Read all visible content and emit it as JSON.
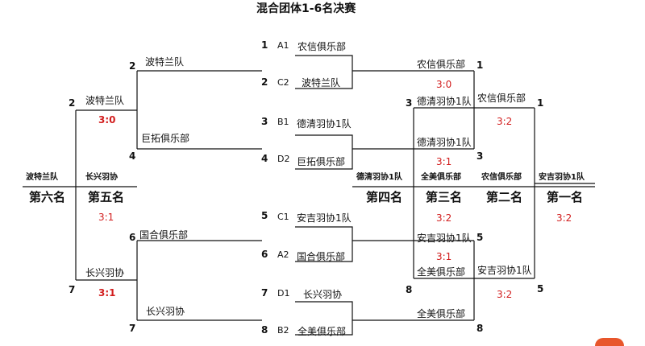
{
  "title": "混合团体1-6名决赛",
  "left": {
    "r1_top": {
      "seed_a": "2",
      "team_a": "波特兰队",
      "seed_b": "4",
      "team_b": "巨拓俱乐部"
    },
    "r1_bottom": {
      "seed_a": "6",
      "team_a": "国合俱乐部",
      "seed_b": "7",
      "team_b": "长兴羽协"
    },
    "semi_top": {
      "seed": "2",
      "team": "波特兰队",
      "score": "3:0"
    },
    "semi_bottom": {
      "seed": "7",
      "team": "长兴羽协",
      "score": "3:1"
    },
    "final_score": "3:1"
  },
  "entries": [
    {
      "seed": "1",
      "code": "A1",
      "team": "农信俱乐部"
    },
    {
      "seed": "2",
      "code": "C2",
      "team": "波特兰队"
    },
    {
      "seed": "3",
      "code": "B1",
      "team": "德清羽协1队"
    },
    {
      "seed": "4",
      "code": "D2",
      "team": "巨拓俱乐部"
    },
    {
      "seed": "5",
      "code": "C1",
      "team": "安吉羽协1队"
    },
    {
      "seed": "6",
      "code": "A2",
      "team": "国合俱乐部"
    },
    {
      "seed": "7",
      "code": "D1",
      "team": "长兴羽协"
    },
    {
      "seed": "8",
      "code": "B2",
      "team": "全美俱乐部"
    }
  ],
  "right": {
    "m1": {
      "winner": "农信俱乐部",
      "seed": "1",
      "score": "3:0"
    },
    "m2": {
      "winner": "德清羽协1队",
      "seed_top": "3",
      "seed_bottom": "3",
      "score": "3:1"
    },
    "m3": {
      "winner": "安吉羽协1队",
      "seed": "5",
      "score": "3:1"
    },
    "m4": {
      "winner": "全美俱乐部",
      "seed_top": "8",
      "seed_bottom": "8"
    },
    "semi1": {
      "winner": "农信俱乐部",
      "seed": "1",
      "score": "3:2"
    },
    "semi2": {
      "winner": "安吉羽协1队",
      "seed": "5",
      "score": "3:2"
    },
    "third_score": "3:2",
    "final_score": "3:2"
  },
  "podium": {
    "sixth": {
      "team": "波特兰队",
      "label": "第六名"
    },
    "fifth": {
      "team": "长兴羽协",
      "label": "第五名"
    },
    "fourth": {
      "team": "德清羽协1队",
      "label": "第四名"
    },
    "third": {
      "team": "全美俱乐部",
      "label": "第三名"
    },
    "second": {
      "team": "农信俱乐部",
      "label": "第二名"
    },
    "first": {
      "team": "安吉羽协1队",
      "label": "第一名"
    }
  }
}
